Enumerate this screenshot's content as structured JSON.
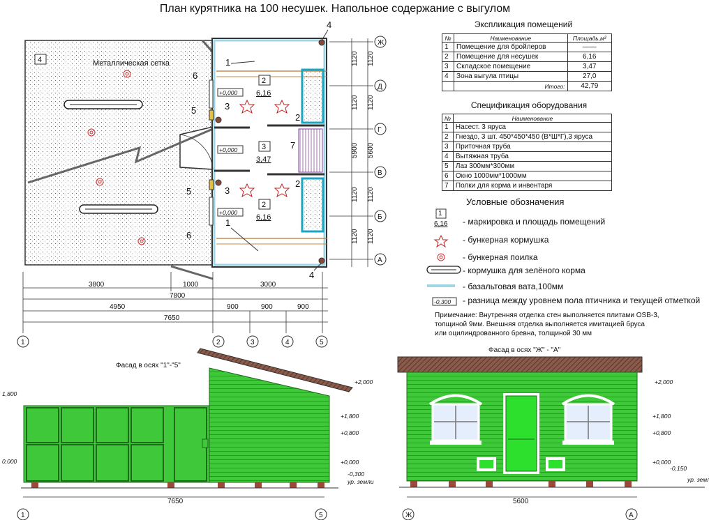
{
  "title": "План курятника на 100 несушек. Напольное содержание с выгулом",
  "explication": {
    "caption": "Экспликация помещений",
    "headers": [
      "№",
      "Наименование",
      "Площадь,м²"
    ],
    "rows": [
      [
        "1",
        "Помещение для бройлеров",
        "——"
      ],
      [
        "2",
        "Помещение для несушек",
        "6,16"
      ],
      [
        "3",
        "Складское помещение",
        "3,47"
      ],
      [
        "4",
        "Зона выгула птицы",
        "27,0"
      ]
    ],
    "total_label": "Итого:",
    "total_value": "42,79"
  },
  "equipment": {
    "caption": "Спецификация оборудования",
    "headers": [
      "№",
      "Наименование"
    ],
    "rows": [
      [
        "1",
        "Насест. 3 яруса"
      ],
      [
        "2",
        "Гнездо, 3 шт. 450*450*450 (В*Ш*Г),3 яруса"
      ],
      [
        "3",
        "Приточная труба"
      ],
      [
        "4",
        "Вытяжная труба"
      ],
      [
        "5",
        "Лаз 300мм*300мм"
      ],
      [
        "6",
        "Окно 1000мм*1000мм"
      ],
      [
        "7",
        "Полки для корма и инвентаря"
      ]
    ]
  },
  "legend": {
    "caption": "Условные обозначения",
    "room_mark_num": "1",
    "room_mark_area": "6,16",
    "items": [
      "- маркировка и площадь помещений",
      "- бункерная кормушка",
      "- бункерная поилка",
      "- кормушка для зелёного корма",
      "- базальтовая вата,100мм",
      "- разница между уровнем пола птичника и текущей отметкой"
    ],
    "level_sample": "-0,300"
  },
  "note": [
    "Примечание: Внутренняя отделка стен выполняется плитами OSB-3,",
    "толщиной 9мм. Внешняя отделка выполняется имитацией бруса",
    "или оцилиндрованного бревна, толщиной 30 мм"
  ],
  "plan": {
    "mesh_label": "Металлическая сетка",
    "zone_num": "4",
    "room2_num": "2",
    "room2_area": "6,16",
    "room3_num": "3",
    "room3_area": "3,47",
    "level": "+0,000",
    "marks": {
      "one": "1",
      "two": "2",
      "three": "3",
      "four": "4",
      "five": "5",
      "six": "6",
      "seven": "7"
    },
    "axes_letters": [
      "Ж",
      "Д",
      "Г",
      "В",
      "Б",
      "А"
    ],
    "axes_numbers": [
      "1",
      "2",
      "3",
      "4",
      "5"
    ],
    "dims_right_inner": [
      "1120",
      "1120",
      "1120",
      "1120",
      "1120"
    ],
    "dims_right_outer": [
      "5900",
      "5600"
    ],
    "dims_bottom": [
      "3800",
      "1000",
      "3000",
      "7800",
      "4950",
      "900",
      "900",
      "900",
      "7650"
    ]
  },
  "facade1": {
    "caption": "Фасад в осях \"1\"-\"5\"",
    "levels": [
      "+2,000",
      "+1,800",
      "+0,800",
      "+0,000",
      "-0,300"
    ],
    "left_levels": [
      "1,800",
      "0,000"
    ],
    "ground": "ур. земли",
    "dim": "7650",
    "axes": [
      "1",
      "5"
    ]
  },
  "facade2": {
    "caption": "Фасад в осях \"Ж\" - \"А\"",
    "levels": [
      "+2,000",
      "+1,800",
      "+0,800",
      "+0,000",
      "-0,150"
    ],
    "ground": "ур. земли",
    "dim": "5600",
    "axes": [
      "Ж",
      "А"
    ]
  }
}
